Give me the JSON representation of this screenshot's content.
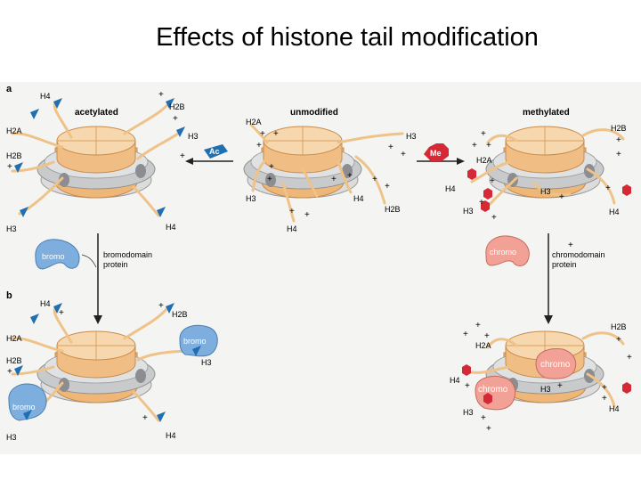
{
  "title": "Effects of histone tail modification",
  "panels": {
    "a": "a",
    "b": "b"
  },
  "states": {
    "acetylated": "acetylated",
    "unmodified": "unmodified",
    "methylated": "methylated"
  },
  "marks": {
    "ac": "Ac",
    "me": "Me"
  },
  "histones": {
    "h2a": "H2A",
    "h2b": "H2B",
    "h3": "H3",
    "h4": "H4"
  },
  "proteins": {
    "bromo": "bromo",
    "chromo": "chromo",
    "bromodomain_line1": "bromodomain",
    "bromodomain_line2": "protein",
    "chromodomain_line1": "chromodomain",
    "chromodomain_line2": "protein"
  },
  "charge": "+",
  "colors": {
    "core_fill": "#f2c591",
    "core_top": "#f7d8ae",
    "dna_grey": "#c3c4c6",
    "tail": "#efc388",
    "acetyl_blue": "#1f6fb3",
    "methyl_red": "#d52a35",
    "bromo_blue": "#7eaedd",
    "chromo_red": "#f2a196",
    "panel_bg": "#f4f4f2"
  }
}
